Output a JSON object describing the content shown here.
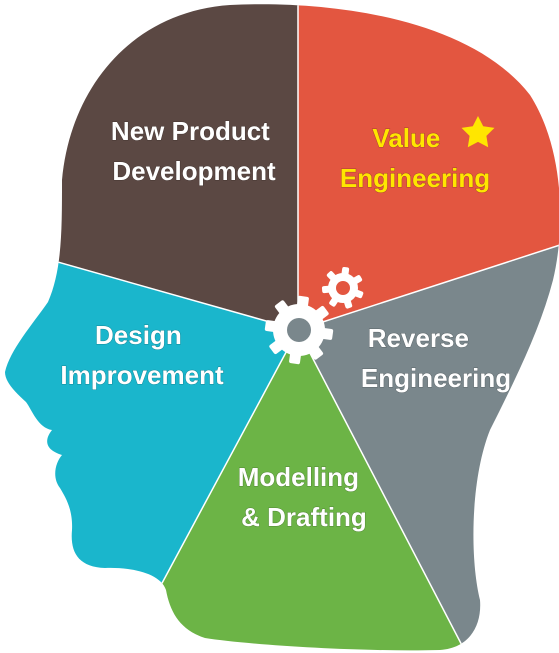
{
  "segments": [
    {
      "id": "new-product-development",
      "lines": [
        "New Product",
        "Development"
      ],
      "color": "#5b4843",
      "text_color": "#ffffff"
    },
    {
      "id": "value-engineering",
      "lines": [
        "Value",
        "Engineering"
      ],
      "color": "#e35640",
      "text_color": "#ffe600",
      "highlighted": true
    },
    {
      "id": "reverse-engineering",
      "lines": [
        "Reverse",
        "Engineering"
      ],
      "color": "#7a878c",
      "text_color": "#ffffff"
    },
    {
      "id": "modelling-drafting",
      "lines": [
        "Modelling",
        "& Drafting"
      ],
      "color": "#6cb446",
      "text_color": "#ffffff"
    },
    {
      "id": "design-improvement",
      "lines": [
        "Design",
        "Improvement"
      ],
      "color": "#1ab6cc",
      "text_color": "#ffffff"
    }
  ],
  "icons": {
    "star": "star-icon",
    "gears": "gears-icon",
    "star_color": "#ffe600",
    "gear_color": "#ffffff"
  }
}
